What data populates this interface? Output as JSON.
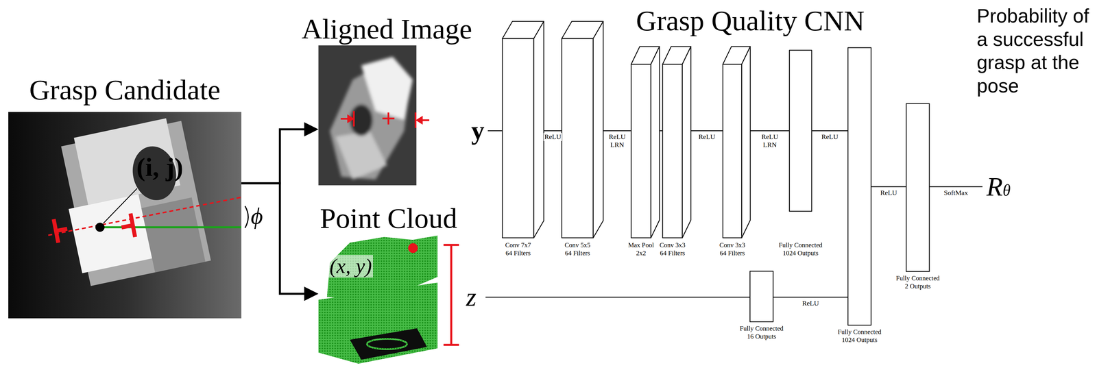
{
  "diagram": {
    "nodes": [
      {
        "text": [
          "Grasp Candidate"
        ]
      },
      {
        "text": [
          "Aligned Image"
        ]
      },
      {
        "text": [
          "Point Cloud"
        ]
      },
      {
        "text": [
          "Conv 7x7 64 Filters"
        ]
      },
      {
        "text": [
          "Conv 5x5 64 Filters"
        ]
      },
      {
        "text": [
          "Max Pool 2x2"
        ]
      },
      {
        "text": [
          "Conv 3x3 64 Filters"
        ]
      },
      {
        "text": [
          "Conv 3x3 64 Filters"
        ]
      },
      {
        "text": [
          "Fully Connected 1024 Outputs"
        ]
      },
      {
        "text": [
          "Fully Connected 16 Outputs"
        ]
      },
      {
        "text": [
          "Fully Connected 1024 Outputs"
        ]
      },
      {
        "text": [
          "Fully Connected 2 Outputs"
        ]
      }
    ],
    "edges": [
      {
        "from": 0,
        "to": 1,
        "arrow": "to"
      },
      {
        "from": 0,
        "to": 2,
        "arrow": "to"
      },
      {
        "from": 3,
        "to": 4,
        "label": "ReLU",
        "arrow": "none"
      },
      {
        "from": 4,
        "to": 5,
        "label": "ReLU LRN",
        "arrow": "none"
      },
      {
        "from": 5,
        "to": 6,
        "arrow": "none"
      },
      {
        "from": 6,
        "to": 7,
        "label": "ReLU",
        "arrow": "none"
      },
      {
        "from": 7,
        "to": 8,
        "label": "ReLU LRN",
        "arrow": "none"
      },
      {
        "from": 8,
        "to": 10,
        "label": "ReLU",
        "arrow": "none"
      },
      {
        "from": 9,
        "to": 10,
        "label": "ReLU",
        "arrow": "none"
      },
      {
        "from": 10,
        "to": 11,
        "label": "ReLU",
        "arrow": "none"
      }
    ],
    "labels": [
      "Grasp Quality CNN",
      "(i, j)",
      "ϕ",
      "y",
      "(x, y)",
      "z",
      "SoftMax",
      "Rθ",
      "Probability of a successful grasp at the pose"
    ]
  }
}
